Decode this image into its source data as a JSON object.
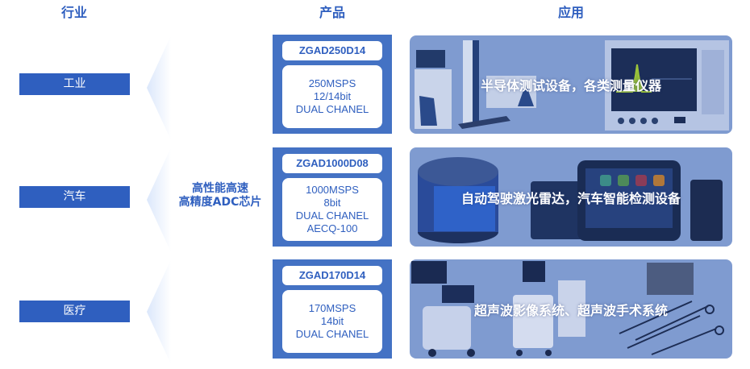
{
  "headers": {
    "industry": "行业",
    "product": "产品",
    "application": "应用"
  },
  "center_label": {
    "line1": "高性能高速",
    "line2": "高精度ADC芯片"
  },
  "rows": [
    {
      "industry": "工业",
      "product": {
        "name": "ZGAD250D14",
        "specs": [
          "250MSPS",
          "12/14bit",
          "DUAL CHANEL"
        ]
      },
      "application": "半导体测试设备，各类测量仪器"
    },
    {
      "industry": "汽车",
      "product": {
        "name": "ZGAD1000D08",
        "specs": [
          "1000MSPS",
          "8bit",
          "DUAL CHANEL",
          "AECQ-100"
        ]
      },
      "application": "自动驾驶激光雷达，汽车智能检测设备"
    },
    {
      "industry": "医疗",
      "product": {
        "name": "ZGAD170D14",
        "specs": [
          "170MSPS",
          "14bit",
          "DUAL CHANEL"
        ]
      },
      "application": "超声波影像系统、超声波手术系统"
    }
  ],
  "colors": {
    "primary": "#2f5fbf",
    "box_fill": "#4472c4",
    "panel_overlay": "#7f9bd0",
    "chevron": "#e8f0fc"
  }
}
